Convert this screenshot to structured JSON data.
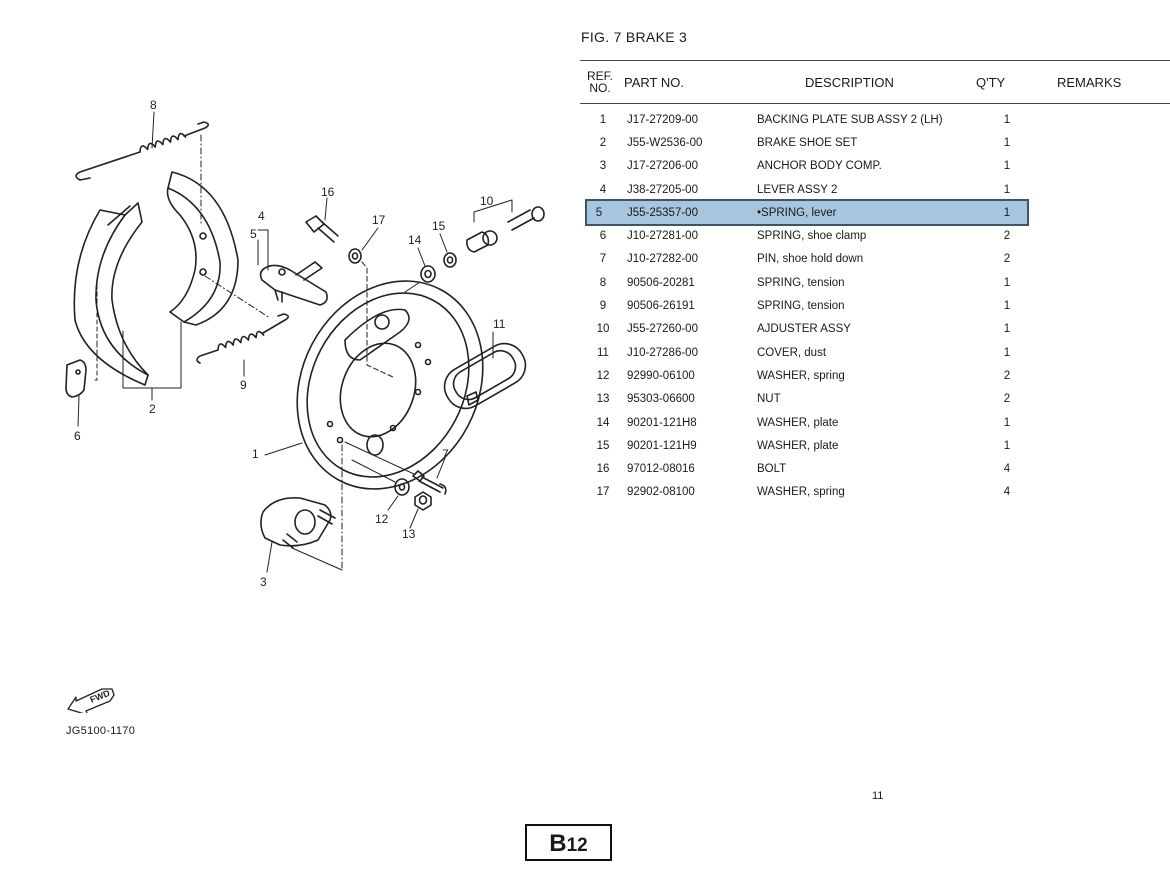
{
  "figure": {
    "title": "FIG.  7  BRAKE 3",
    "code": "JG5100-1170",
    "fwd_label": "FWD"
  },
  "table": {
    "headers": {
      "ref_line1": "REF.",
      "ref_line2": "NO.",
      "part_no": "PART NO.",
      "description": "DESCRIPTION",
      "qty": "Q'TY",
      "remarks": "REMARKS"
    },
    "selected_ref": "5",
    "highlight_color": "#a7c5de",
    "rows": [
      {
        "ref": "1",
        "part_no": "J17-27209-00",
        "description": "BACKING PLATE SUB ASSY 2 (LH)",
        "qty": "1"
      },
      {
        "ref": "2",
        "part_no": "J55-W2536-00",
        "description": "BRAKE SHOE SET",
        "qty": "1"
      },
      {
        "ref": "3",
        "part_no": "J17-27206-00",
        "description": "ANCHOR BODY COMP.",
        "qty": "1"
      },
      {
        "ref": "4",
        "part_no": "J38-27205-00",
        "description": "LEVER ASSY 2",
        "qty": "1"
      },
      {
        "ref": "5",
        "part_no": "J55-25357-00",
        "description": "•SPRING, lever",
        "qty": "1"
      },
      {
        "ref": "6",
        "part_no": "J10-27281-00",
        "description": "SPRING, shoe clamp",
        "qty": "2"
      },
      {
        "ref": "7",
        "part_no": "J10-27282-00",
        "description": "PIN, shoe hold down",
        "qty": "2"
      },
      {
        "ref": "8",
        "part_no": "90506-20281",
        "description": "SPRING, tension",
        "qty": "1"
      },
      {
        "ref": "9",
        "part_no": "90506-26191",
        "description": "SPRING, tension",
        "qty": "1"
      },
      {
        "ref": "10",
        "part_no": "J55-27260-00",
        "description": "AJDUSTER ASSY",
        "qty": "1"
      },
      {
        "ref": "11",
        "part_no": "J10-27286-00",
        "description": "COVER, dust",
        "qty": "1"
      },
      {
        "ref": "12",
        "part_no": "92990-06100",
        "description": "WASHER, spring",
        "qty": "2"
      },
      {
        "ref": "13",
        "part_no": "95303-06600",
        "description": "NUT",
        "qty": "2"
      },
      {
        "ref": "14",
        "part_no": "90201-121H8",
        "description": "WASHER, plate",
        "qty": "1"
      },
      {
        "ref": "15",
        "part_no": "90201-121H9",
        "description": "WASHER, plate",
        "qty": "1"
      },
      {
        "ref": "16",
        "part_no": "97012-08016",
        "description": "BOLT",
        "qty": "4"
      },
      {
        "ref": "17",
        "part_no": "92902-08100",
        "description": "WASHER, spring",
        "qty": "4"
      }
    ]
  },
  "diagram": {
    "callouts": [
      "1",
      "2",
      "3",
      "4",
      "5",
      "6",
      "7",
      "8",
      "9",
      "10",
      "11",
      "12",
      "13",
      "14",
      "15",
      "16",
      "17"
    ]
  },
  "footer": {
    "page_number": "11",
    "section_letter": "B",
    "section_number": "12"
  }
}
